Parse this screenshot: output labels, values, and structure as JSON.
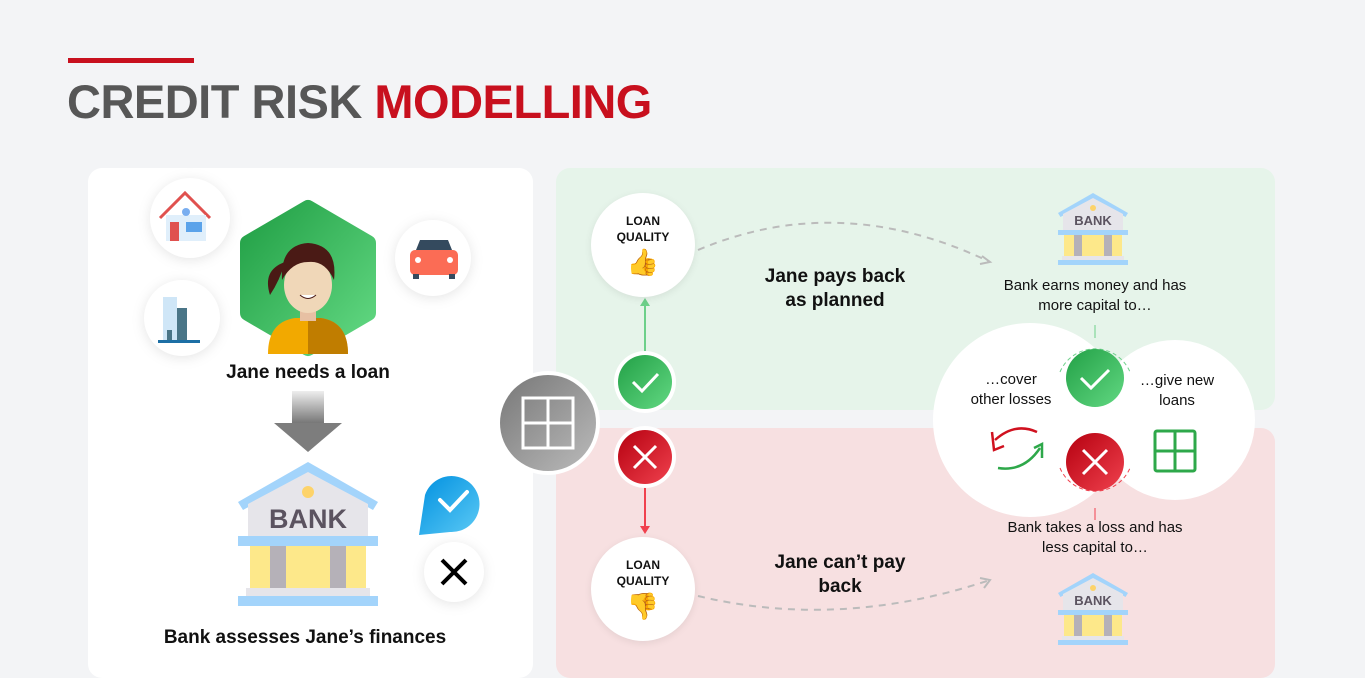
{
  "header": {
    "title_part1": "CREDIT RISK",
    "title_part2": "MODELLING",
    "accent_color": "#c8101e"
  },
  "left": {
    "jane_caption": "Jane needs a loan",
    "bank_caption": "Bank assesses Jane’s finances",
    "bank_sign": "BANK",
    "needs_icons": [
      "house-icon",
      "office-building-icon",
      "car-icon"
    ],
    "decision_icons": [
      "check-icon",
      "x-icon"
    ]
  },
  "center": {
    "puzzle_icon": "puzzle-icon"
  },
  "good": {
    "color": "#2ea84a",
    "loan_quality_line1": "LOAN",
    "loan_quality_line2": "QUALITY",
    "outcome_line1": "Jane pays back",
    "outcome_line2": "as planned",
    "bank_sign": "BANK",
    "bank_text_line1": "Bank earns money and has",
    "bank_text_line2": "more capital to…"
  },
  "bad": {
    "color": "#d0111f",
    "loan_quality_line1": "LOAN",
    "loan_quality_line2": "QUALITY",
    "outcome_line1": "Jane can’t pay",
    "outcome_line2": "back",
    "bank_sign": "BANK",
    "bank_text_line1": "Bank takes a loss and has",
    "bank_text_line2": "less capital to…"
  },
  "uses": {
    "left_line1": "…cover",
    "left_line2": "other losses",
    "right_line1": "…give new",
    "right_line2": "loans"
  }
}
